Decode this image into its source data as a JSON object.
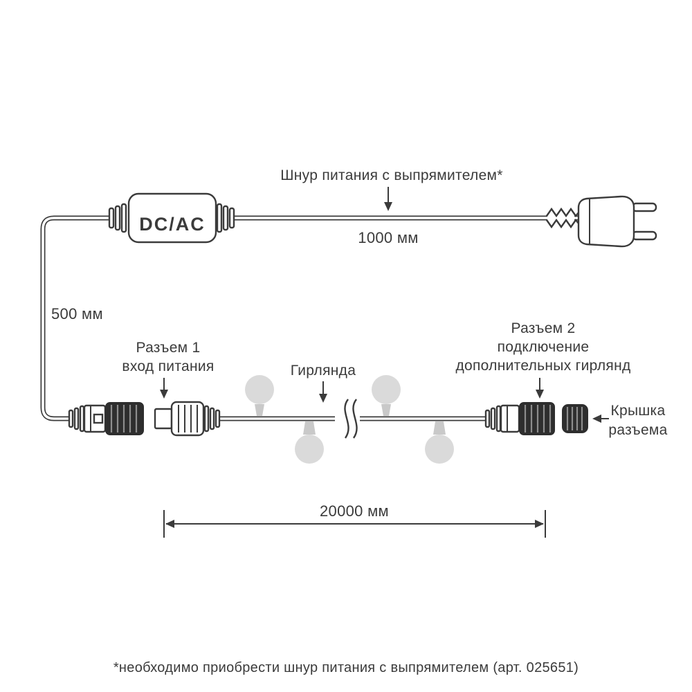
{
  "labels": {
    "power_cord": "Шнур питания с выпрямителем*",
    "power_cord_length": "1000 мм",
    "drop_length": "500 мм",
    "converter": "DC/AC",
    "connector1": {
      "line1": "Разъем 1",
      "line2": "вход питания"
    },
    "garland": "Гирлянда",
    "connector2": {
      "line1": "Разъем 2",
      "line2": "подключение",
      "line3": "дополнительных гирлянд"
    },
    "cap": {
      "line1": "Крышка",
      "line2": "разъема"
    },
    "garland_length": "20000 мм",
    "footnote": "*необходимо приобрести шнур питания с выпрямителем (арт. 025651)"
  },
  "colors": {
    "ink": "#3b3b3b",
    "bulb": "#dadada",
    "connector_dark": "#2e2e2e",
    "background": "#ffffff"
  }
}
